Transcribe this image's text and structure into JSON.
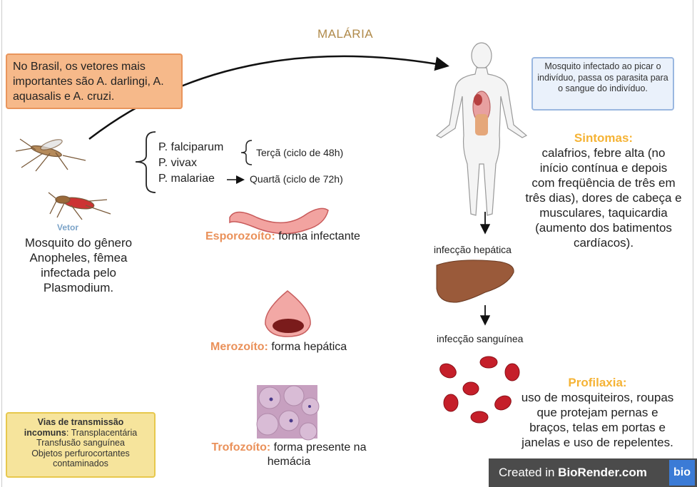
{
  "title": "MALÁRIA",
  "vectors_box": "No Brasil, os vetores mais importantes são  A. darlingi, A. aquasalis e A. cruzi.",
  "vector": {
    "label": "Vetor",
    "description": [
      "Mosquito do gênero",
      "Anopheles, fêmea",
      "infectada pelo",
      "Plasmodium."
    ]
  },
  "species": [
    "P. falciparum",
    "P. vivax",
    "P. malariae"
  ],
  "cycles": {
    "terca": "Terçã (ciclo de 48h)",
    "quarta": "Quartã (ciclo de 72h)"
  },
  "stages": [
    {
      "name": "Esporozoíto:",
      "desc": " forma infectante"
    },
    {
      "name": "Merozoíto:",
      "desc": " forma hepática"
    },
    {
      "name": "Trofozoíto:",
      "desc": " forma presente na",
      "desc2": "hemácia"
    }
  ],
  "transmission_box": {
    "title": "Vias de transmissão",
    "bold": "incomuns",
    "rest": ": Transplacentária",
    "lines": [
      "Transfusão sanguínea",
      "Objetos perfurocortantes",
      "contaminados"
    ]
  },
  "infection_box": "Mosquito infectado ao picar o indivíduo, passa os parasita para o sangue do indivíduo.",
  "symptoms": {
    "title": "Sintomas:",
    "lines": [
      "calafrios, febre alta (no",
      "início contínua e depois",
      "com freqüência de três em",
      "três dias), dores de cabeça e",
      "musculares, taquicardia",
      "(aumento dos batimentos",
      "cardíacos)."
    ]
  },
  "hepatic": "infecção hepática",
  "blood": "infecção sanguínea",
  "prophylaxis": {
    "title": "Profilaxia:",
    "lines": [
      "uso de mosquiteiros, roupas",
      "que protejam pernas e",
      "braços, telas em portas e",
      "janelas e uso de repelentes."
    ]
  },
  "banner": {
    "prefix": "Created in ",
    "brand": "BioRender.com",
    "logo": "bio"
  }
}
